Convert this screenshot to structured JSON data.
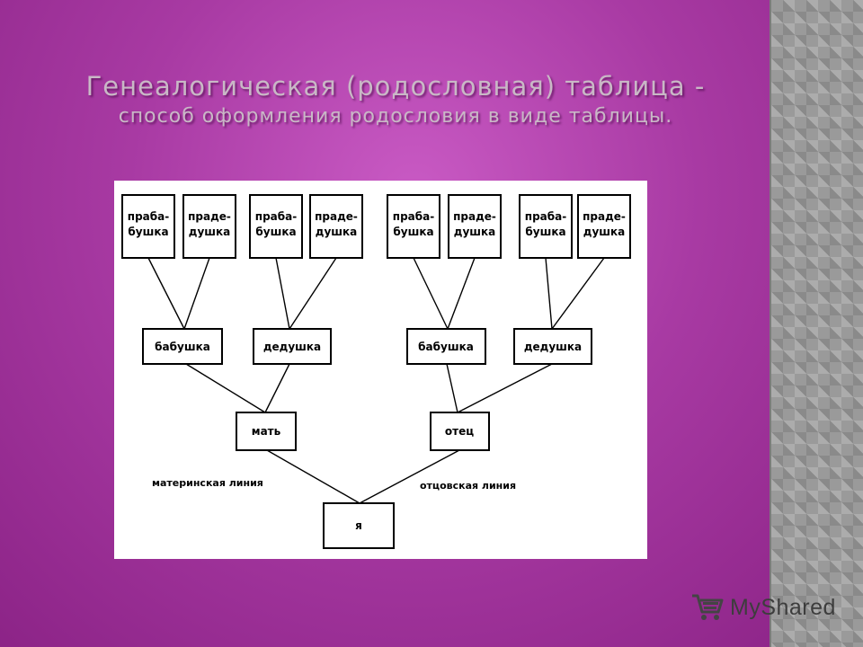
{
  "slide": {
    "title_line1": "Генеалогическая (родословная) таблица -",
    "title_line2": "способ оформления родословия в виде таблицы."
  },
  "diagram": {
    "great_grandparents": [
      {
        "line1": "праба-",
        "line2": "бушка"
      },
      {
        "line1": "праде-",
        "line2": "душка"
      },
      {
        "line1": "праба-",
        "line2": "бушка"
      },
      {
        "line1": "праде-",
        "line2": "душка"
      },
      {
        "line1": "праба-",
        "line2": "бушка"
      },
      {
        "line1": "праде-",
        "line2": "душка"
      },
      {
        "line1": "праба-",
        "line2": "бушка"
      },
      {
        "line1": "праде-",
        "line2": "душка"
      }
    ],
    "grandparents": [
      "бабушка",
      "дедушка",
      "бабушка",
      "дедушка"
    ],
    "parents": [
      "мать",
      "отец"
    ],
    "self": "я",
    "maternal_line": "материнская линия",
    "paternal_line": "отцовская линия"
  },
  "watermark": {
    "text": "MyShared",
    "icon": "cart-icon"
  }
}
